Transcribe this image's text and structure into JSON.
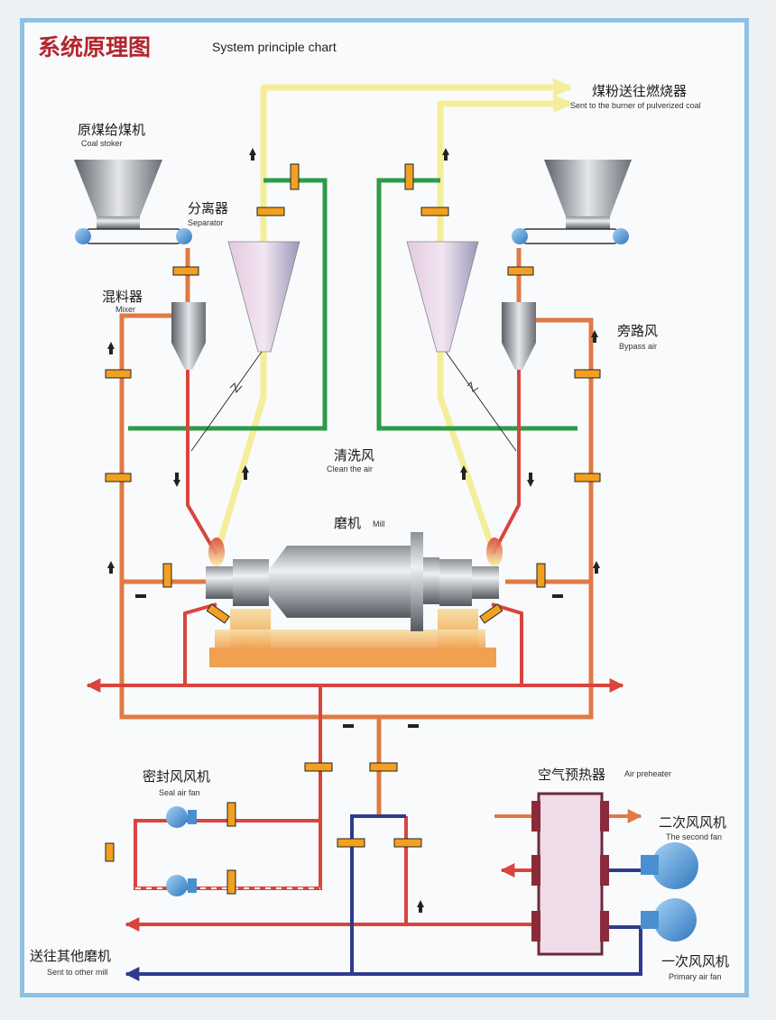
{
  "title": {
    "zh": "系统原理图",
    "en": "System principle chart"
  },
  "labels": {
    "burner_zh": "煤粉送往燃烧器",
    "burner_en": "Sent to the burner of pulverized coal",
    "coal_stoker_zh": "原煤给煤机",
    "coal_stoker_en": "Coal stoker",
    "separator_zh": "分离器",
    "separator_en": "Separator",
    "mixer_zh": "混料器",
    "mixer_en": "Mixer",
    "bypass_zh": "旁路风",
    "bypass_en": "Bypass air",
    "clean_zh": "清洗风",
    "clean_en": "Clean the air",
    "mill_zh": "磨机",
    "mill_en": "Mill",
    "seal_fan_zh": "密封风风机",
    "seal_fan_en": "Seal air fan",
    "preheater_zh": "空气预热器",
    "preheater_en": "Air preheater",
    "second_fan_zh": "二次风风机",
    "second_fan_en": "The second fan",
    "other_mill_zh": "送往其他磨机",
    "other_mill_en": "Sent to other mill",
    "primary_fan_zh": "一次风风机",
    "primary_fan_en": "Primary air fan"
  },
  "colors": {
    "title": "#b3262d",
    "hot_air": "#d9443d",
    "warm_air": "#e07a45",
    "cold_air": "#2f3a8f",
    "clean_air": "#2e9a4a",
    "coal_powder": "#f4ee9a",
    "damper": "#f2a020",
    "fan": "#4a90d0",
    "frame": "#8fc1e3"
  }
}
